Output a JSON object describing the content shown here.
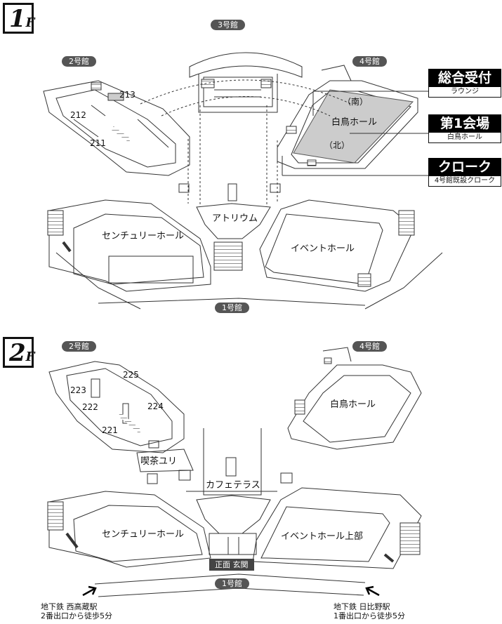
{
  "floor1": {
    "badge": "1",
    "badge_suffix": "F",
    "buildings": {
      "bldg3": "3号館",
      "bldg2": "2号館",
      "bldg4": "4号館",
      "bldg1": "1号館"
    },
    "rooms": [
      "213",
      "212",
      "211"
    ],
    "halls": {
      "atrium": "アトリウム",
      "century": "センチュリーホール",
      "event": "イベントホール",
      "hakucho": "白鳥ホール",
      "south": "（南）",
      "north": "（北）"
    },
    "callouts": [
      {
        "title": "総合受付",
        "subtitle": "ラウンジ"
      },
      {
        "title": "第1会場",
        "subtitle": "白鳥ホール"
      },
      {
        "title": "クローク",
        "subtitle": "4号館既設クローク"
      }
    ]
  },
  "floor2": {
    "badge": "2",
    "badge_suffix": "F",
    "buildings": {
      "bldg2": "2号館",
      "bldg4": "4号館",
      "bldg1": "1号館"
    },
    "rooms": [
      "225",
      "223",
      "222",
      "224",
      "221"
    ],
    "halls": {
      "cafe_yuri": "喫茶ユリ",
      "cafe_terrace": "カフェテラス",
      "century": "センチュリーホール",
      "event_upper": "イベントホール上部",
      "hakucho": "白鳥ホール"
    },
    "entrance": "正面 玄関",
    "stations": [
      {
        "line1": "地下鉄 西高蔵駅",
        "line2": "2番出口から徒歩5分"
      },
      {
        "line1": "地下鉄 日比野駅",
        "line2": "1番出口から徒歩5分"
      }
    ]
  },
  "colors": {
    "highlight": "#cccccc",
    "pill": "#555555",
    "callout": "#000000",
    "line": "#333333"
  }
}
